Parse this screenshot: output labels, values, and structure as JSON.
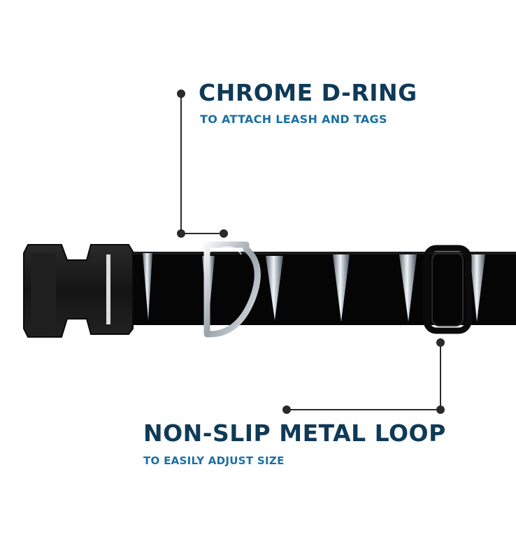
{
  "callouts": [
    {
      "title": "CHROME D-RING",
      "subtitle": "TO ATTACH LEASH AND TAGS"
    },
    {
      "title": "NON-SLIP METAL LOOP",
      "subtitle": "TO EASILY ADJUST SIZE"
    }
  ],
  "colors": {
    "title": "#0f3a57",
    "subtitle": "#1a6fa3",
    "leader_line": "#2b2b2b",
    "webbing": "#050505",
    "buckle": "#1b1b1b"
  },
  "product": {
    "name": "dog collar",
    "pattern_icon": "silver-spike-icon",
    "hardware": [
      "side-release-buckle",
      "chrome-d-ring",
      "slide-loop"
    ]
  }
}
